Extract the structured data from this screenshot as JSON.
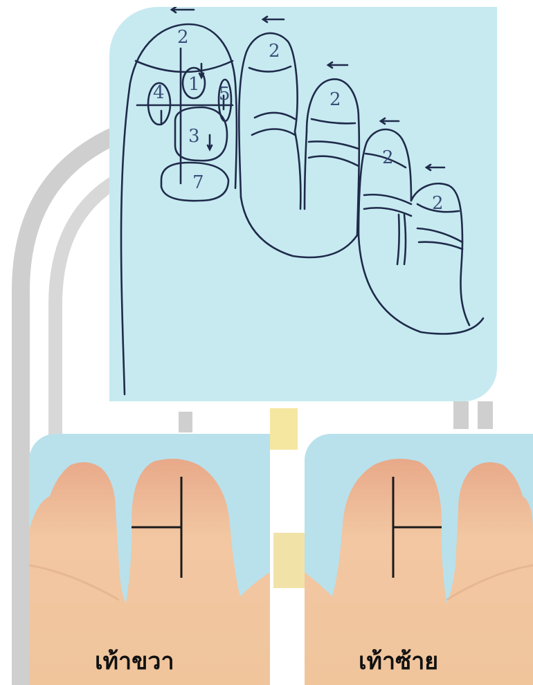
{
  "diagram": {
    "top_labels": {
      "big_toe_zones": [
        "2",
        "1",
        "4",
        "5",
        "3",
        "7"
      ],
      "second_toe": "2",
      "third_toe": "2",
      "fourth_toe": "2",
      "fifth_toe": "2"
    },
    "right_foot_caption": "เท้าขวา",
    "left_foot_caption": "เท้าซ้าย"
  },
  "colors": {
    "panel_bg": "#c6eaf0",
    "photo_bg": "#b8e1ec",
    "skin": "#f2c49e",
    "line": "#1f2a4a",
    "watermark_gray": "#c8c8c8",
    "watermark_gold": "#f6e7a0"
  }
}
